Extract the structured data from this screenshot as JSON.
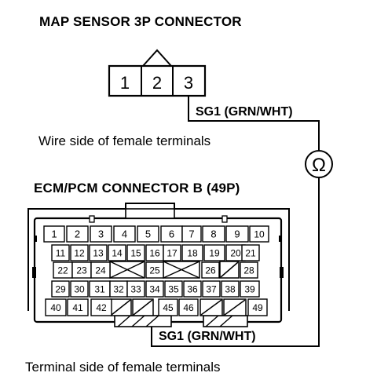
{
  "map_sensor": {
    "title": "MAP SENSOR 3P CONNECTOR",
    "pins": [
      "1",
      "2",
      "3"
    ],
    "view_label": "Wire side of female terminals"
  },
  "wire_labels": {
    "top": "SG1 (GRN/WHT)",
    "bottom": "SG1 (GRN/WHT)"
  },
  "ohmmeter": {
    "symbol": "Ω"
  },
  "ecm": {
    "title": "ECM/PCM CONNECTOR B (49P)",
    "view_label": "Terminal side of female terminals",
    "rows": [
      [
        "1",
        "2",
        "3",
        "4",
        "5",
        "6",
        "7",
        "8",
        "9",
        "10"
      ],
      [
        "11",
        "12",
        "13",
        "14",
        "15",
        "16",
        "17",
        "18",
        "19",
        "20",
        "21"
      ],
      [
        "22",
        "23",
        "24",
        "",
        "25",
        "",
        "26",
        "",
        "28"
      ],
      [
        "29",
        "30",
        "31",
        "32",
        "33",
        "34",
        "35",
        "36",
        "37",
        "38",
        "39"
      ],
      [
        "40",
        "41",
        "42",
        "",
        "",
        "45",
        "46",
        "",
        "",
        "49"
      ]
    ]
  }
}
